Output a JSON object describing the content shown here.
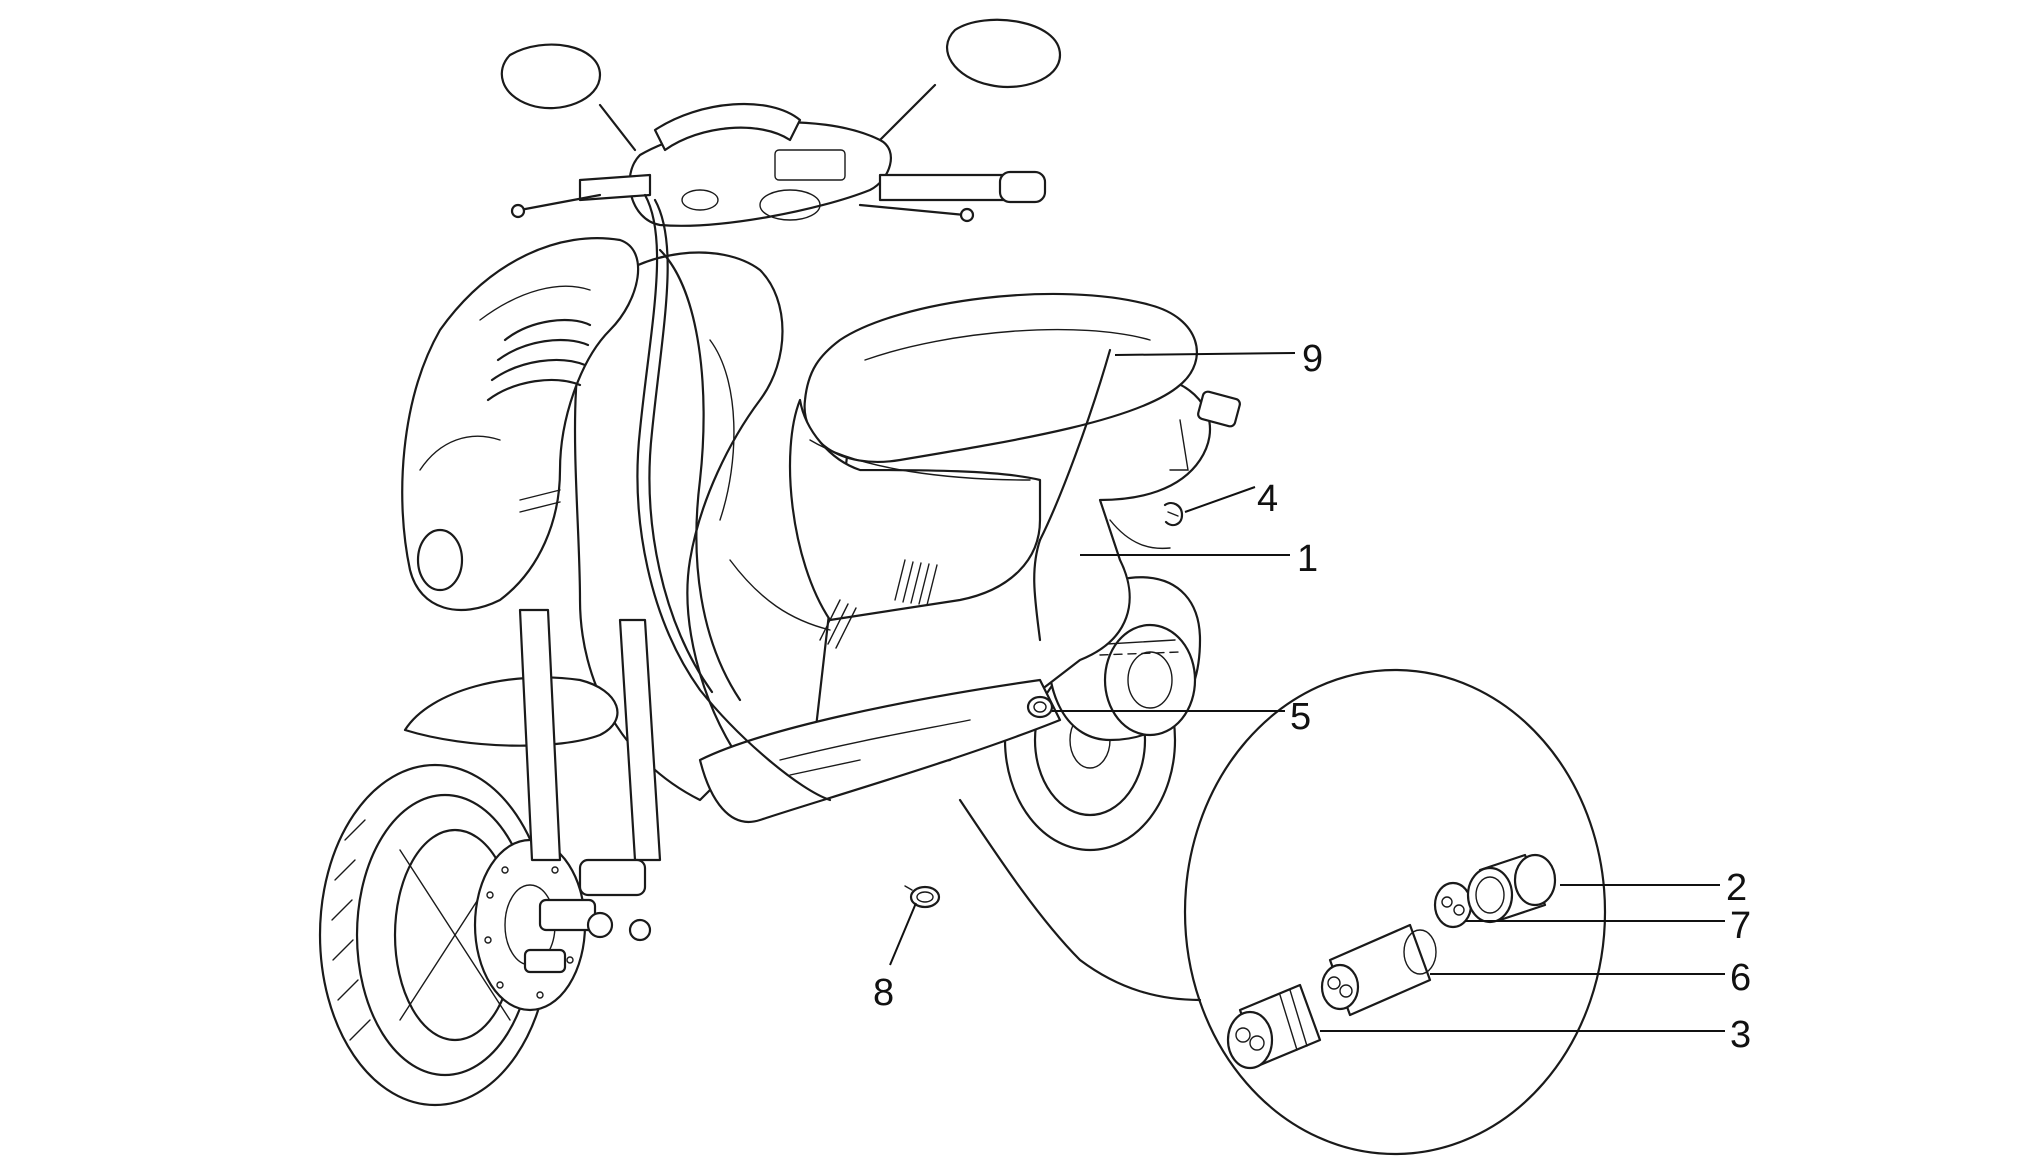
{
  "labels": {
    "p1": "1",
    "p2": "2",
    "p3": "3",
    "p4": "4",
    "p5": "5",
    "p6": "6",
    "p7": "7",
    "p8": "8",
    "p9": "9"
  },
  "colors": {
    "line": "#1a1a1a",
    "background": "#ffffff"
  }
}
